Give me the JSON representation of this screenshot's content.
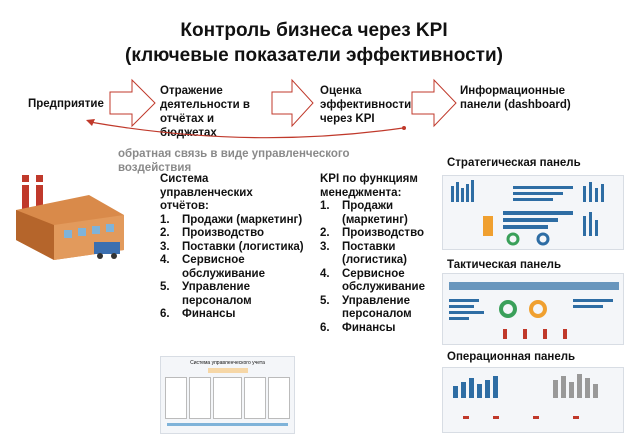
{
  "title": {
    "line1": "Контроль бизнеса через KPI",
    "line2": "(ключевые показатели эффективности)"
  },
  "process": {
    "steps": [
      "Предприятие",
      "Отражение деятельности в отчётах и бюджетах",
      "Оценка эффективности через KPI",
      "Информационные панели (dashboard)"
    ],
    "feedback": "обратная связь в виде управленческого воздействия"
  },
  "reports": {
    "heading": "Система управленческих отчётов:",
    "items": [
      {
        "n": "1.",
        "t": "Продажи (маркетинг)"
      },
      {
        "n": "2.",
        "t": "Производство"
      },
      {
        "n": "3.",
        "t": "Поставки (логистика)"
      },
      {
        "n": "4.",
        "t": "Сервисное обслуживание"
      },
      {
        "n": "5.",
        "t": "Управление персоналом"
      },
      {
        "n": "6.",
        "t": "Финансы"
      }
    ],
    "diagram_title": "Система управленческого учета"
  },
  "kpi": {
    "heading": "KPI по функциям менеджмента:",
    "items": [
      {
        "n": "1.",
        "t": "Продажи (маркетинг)"
      },
      {
        "n": "2.",
        "t": "Производство"
      },
      {
        "n": "3.",
        "t": "Поставки (логистика)"
      },
      {
        "n": "4.",
        "t": "Сервисное обслуживание"
      },
      {
        "n": "5.",
        "t": "Управление персоналом"
      },
      {
        "n": "6.",
        "t": "Финансы"
      }
    ]
  },
  "panels": [
    "Стратегическая панель",
    "Тактическая панель",
    "Операционная панель"
  ],
  "colors": {
    "arrow": "#c0392b",
    "feedback": "#8a8a8a",
    "bars": "#2e6da4"
  }
}
